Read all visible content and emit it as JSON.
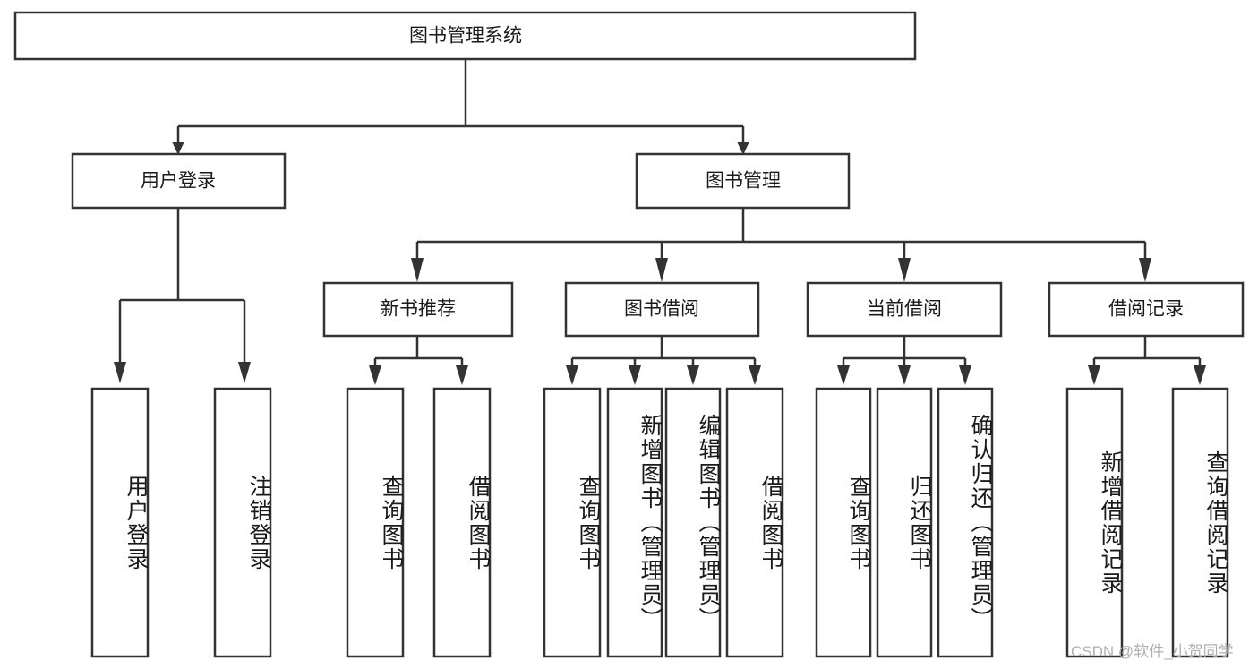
{
  "diagram": {
    "title": "图书管理系统",
    "type": "hierarchy-tree",
    "orientation": "top-down",
    "colors": {
      "box_stroke": "#333333",
      "box_fill": "#ffffff",
      "connector": "#333333",
      "text": "#1a1a1a",
      "watermark": "#b0b0b0",
      "background": "#ffffff"
    },
    "root": {
      "label": "图书管理系统"
    },
    "level2": [
      {
        "label": "用户登录"
      },
      {
        "label": "图书管理"
      }
    ],
    "level3": [
      {
        "label": "新书推荐"
      },
      {
        "label": "图书借阅"
      },
      {
        "label": "当前借阅"
      },
      {
        "label": "借阅记录"
      }
    ],
    "leaves": {
      "user_login": [
        {
          "label": "用户登录"
        },
        {
          "label": "注销登录"
        }
      ],
      "new_book_recommend": [
        {
          "label": "查询图书"
        },
        {
          "label": "借阅图书"
        }
      ],
      "book_borrow": [
        {
          "label": "查询图书"
        },
        {
          "label": "新增图书（管理员）"
        },
        {
          "label": "编辑图书（管理员）"
        },
        {
          "label": "借阅图书"
        }
      ],
      "current_borrow": [
        {
          "label": "查询图书"
        },
        {
          "label": "归还图书"
        },
        {
          "label": "确认归还（管理员）"
        }
      ],
      "borrow_record": [
        {
          "label": "新增借阅记录"
        },
        {
          "label": "查询借阅记录"
        }
      ]
    }
  },
  "watermark": {
    "text": "CSDN @软件_小贺同学"
  }
}
